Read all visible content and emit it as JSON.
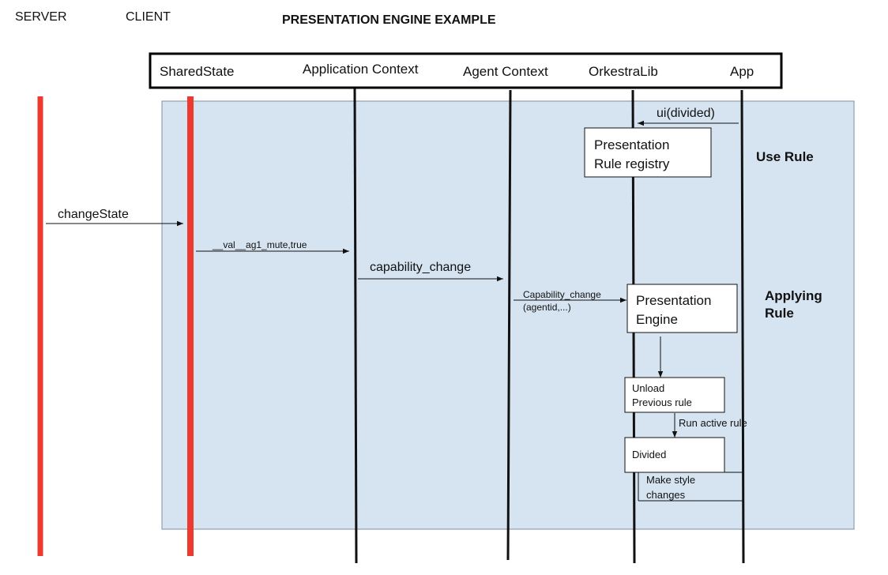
{
  "header": {
    "server_label": "SERVER",
    "client_label": "CLIENT",
    "title": "PRESENTATION ENGINE EXAMPLE"
  },
  "actors": [
    "SharedState",
    "Application Context",
    "Agent Context",
    "OrkestraLib",
    "App"
  ],
  "messages": {
    "change_state": "changeState",
    "val_mute": "__val__ag1_mute,true",
    "capability_change": "capability_change",
    "capability_change_call_line1": "Capability_change",
    "capability_change_call_line2": "(agentid,...)",
    "ui_divided": "ui(divided)",
    "run_active_rule": "Run active rule",
    "make_style_line1": "Make style",
    "make_style_line2": "changes"
  },
  "boxes": {
    "rule_registry_line1": "Presentation",
    "rule_registry_line2": "Rule registry",
    "engine_line1": "Presentation",
    "engine_line2": "Engine",
    "unload_line1": "Unload",
    "unload_line2": "Previous rule",
    "divided": "Divided"
  },
  "phases": {
    "use_rule": "Use Rule",
    "applying_line1": "Applying",
    "applying_line2": "Rule"
  },
  "colors": {
    "panel_fill": "#d6e4f1",
    "panel_stroke": "#7f8fa0",
    "lifeline": "#111111",
    "server_line": "#ee3a2e"
  }
}
